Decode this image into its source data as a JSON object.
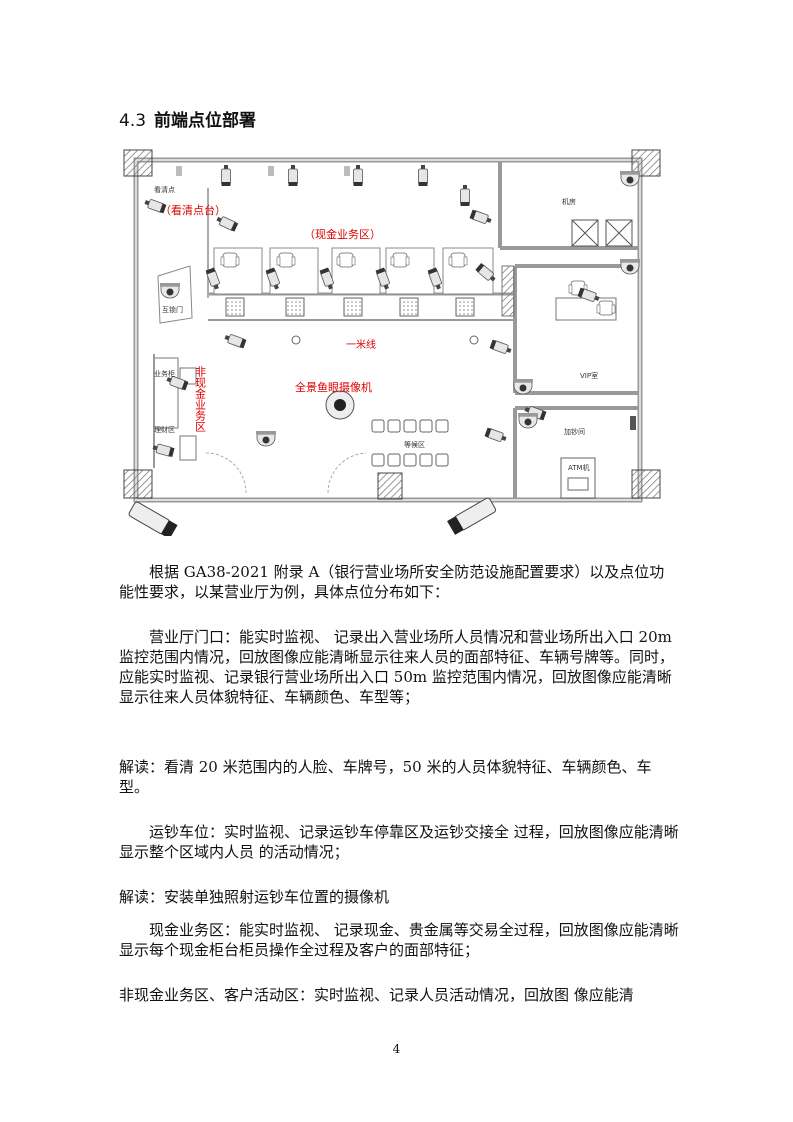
{
  "heading": {
    "number": "4.3",
    "title": "前端点位部署"
  },
  "floorplan": {
    "labels": {
      "kanqing_small": "看清点",
      "kanqing": "（看清点台）",
      "cash_zone": "（现金业务区）",
      "one_meter_line": "一米线",
      "fisheye": "全景鱼眼摄像机",
      "noncash_zone": "非现金业务区",
      "machine_room": "机房",
      "vip_room": "VIP室",
      "cash_room": "加钞间",
      "atm": "ATM机",
      "interlock_door": "互锁门",
      "service_counter": "业务柜",
      "finance_zone": "理财区",
      "waiting_zone": "等候区"
    }
  },
  "body": {
    "p1": "根据 GA38-2021 附录 A（银行营业场所安全防范设施配置要求）以及点位功能性要求，以某营业厅为例，具体点位分布如下：",
    "p2": "营业厅门口：能实时监视、 记录出入营业场所人员情况和营业场所出入口 20m 监控范围内情况，回放图像应能清晰显示往来人员的面部特征、车辆号牌等。同时，应能实时监视、记录银行营业场所出入口 50m 监控范围内情况，回放图像应能清晰显示往来人员体貌特征、车辆颜色、车型等；",
    "p3": "解读：看清 20 米范围内的人脸、车牌号，50 米的人员体貌特征、车辆颜色、车型。",
    "p4": "运钞车位：实时监视、记录运钞车停靠区及运钞交接全 过程，回放图像应能清晰显示整个区域内人员 的活动情况；",
    "p5": "解读：安装单独照射运钞车位置的摄像机",
    "p6": "现金业务区：能实时监视、 记录现金、贵金属等交易全过程，回放图像应能清晰显示每个现金柜台柜员操作全过程及客户的面部特征；",
    "p7": "非现金业务区、客户活动区：实时监视、记录人员活动情况，回放图 像应能清"
  },
  "page_number": "4"
}
